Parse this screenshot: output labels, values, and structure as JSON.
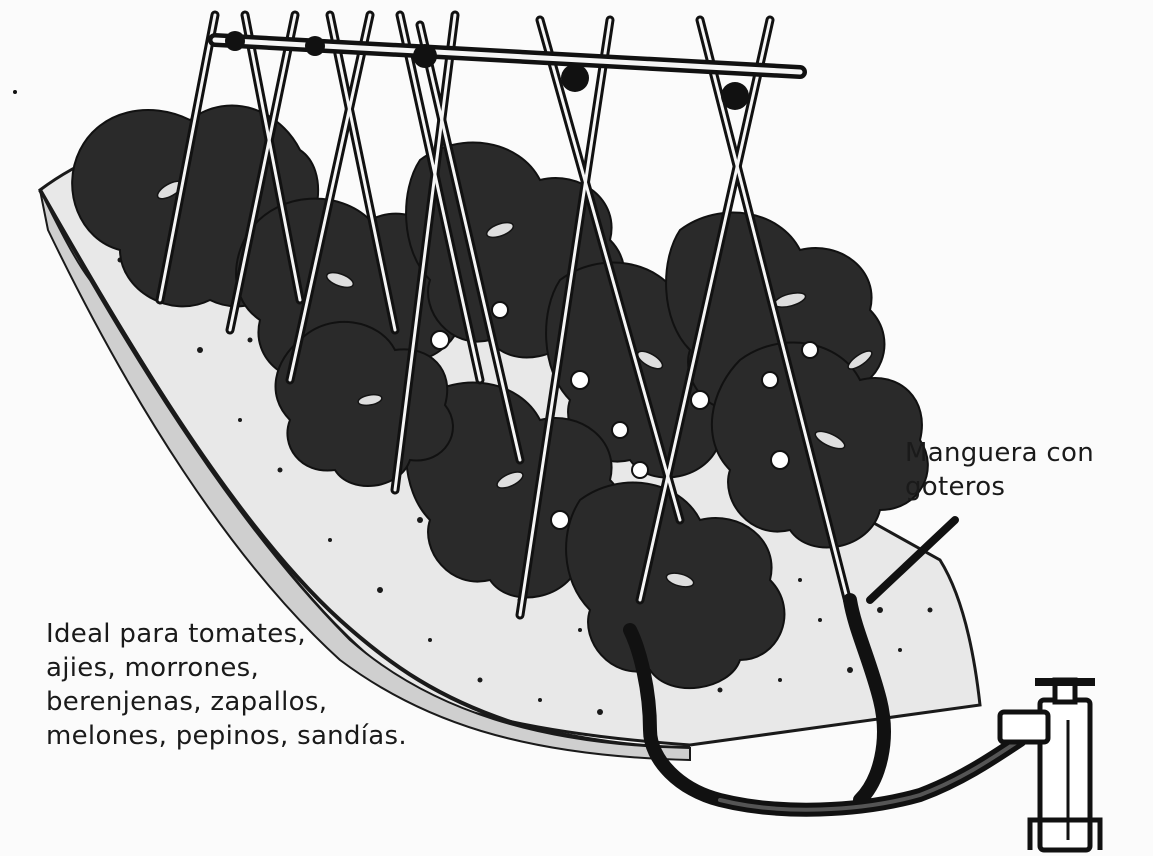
{
  "labels": {
    "hose": [
      "Manguera con",
      "goteros"
    ],
    "crops": [
      "Ideal para tomates,",
      "ajies, morrones,",
      "berenjenas, zapallos,",
      "melones, pepinos, sandías."
    ]
  },
  "colors": {
    "ink": "#1a1a1a",
    "paper": "#fbfbfb",
    "hose": "#111111"
  }
}
